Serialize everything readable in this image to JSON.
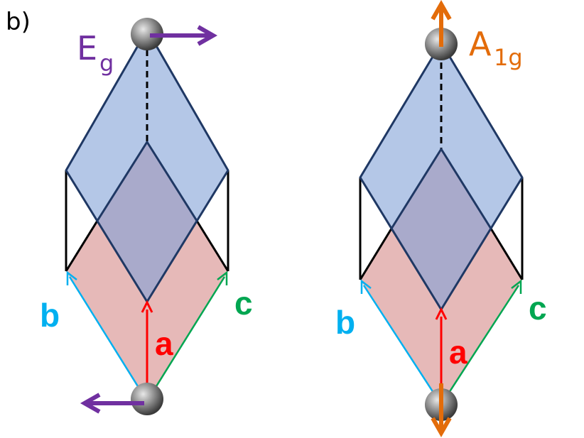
{
  "figure": {
    "panel_label": "b)"
  },
  "modes": [
    {
      "symbol": "E",
      "subscript": "g",
      "color": "#7030a0",
      "lattice_vectors": {
        "a": "a",
        "b": "b",
        "c": "c"
      }
    },
    {
      "symbol": "A",
      "subscript": "1g",
      "color": "#e36c0a",
      "lattice_vectors": {
        "a": "a",
        "b": "b",
        "c": "c"
      }
    }
  ],
  "colors": {
    "vector_a": "#ff0000",
    "vector_b": "#00b0f0",
    "vector_c": "#00a651",
    "upper_face": "#b4c7e7",
    "lower_face": "#e6b9b8",
    "overlap_face": "#a9aacb",
    "edge_blue": "#1f3864",
    "edge_black": "#000000",
    "atom": "#808080"
  },
  "icons": {
    "atom": "sphere-icon",
    "displacement": "arrow-icon"
  }
}
